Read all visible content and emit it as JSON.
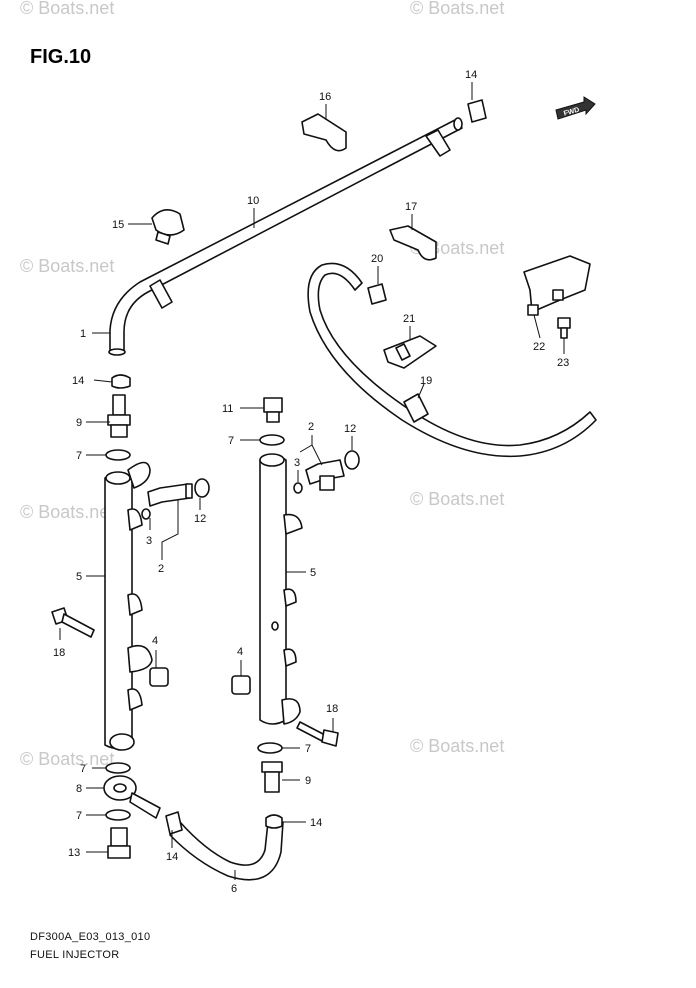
{
  "title": "FIG.10",
  "footer": {
    "code": "DF300A_E03_013_010",
    "name": "FUEL INJECTOR"
  },
  "watermark": "© Boats.net",
  "fwd_label": "FWD",
  "callouts": {
    "c1": "1",
    "c2a": "2",
    "c2b": "2",
    "c3a": "3",
    "c3b": "3",
    "c4a": "4",
    "c4b": "4",
    "c5a": "5",
    "c5b": "5",
    "c6": "6",
    "c7a": "7",
    "c7b": "7",
    "c7c": "7",
    "c7d": "7",
    "c7e": "7",
    "c8": "8",
    "c9a": "9",
    "c9b": "9",
    "c10": "10",
    "c11": "11",
    "c12a": "12",
    "c12b": "12",
    "c13": "13",
    "c14a": "14",
    "c14b": "14",
    "c14c": "14",
    "c14d": "14",
    "c15": "15",
    "c16": "16",
    "c17": "17",
    "c18a": "18",
    "c18b": "18",
    "c19": "19",
    "c20": "20",
    "c21": "21",
    "c22": "22",
    "c23": "23"
  }
}
